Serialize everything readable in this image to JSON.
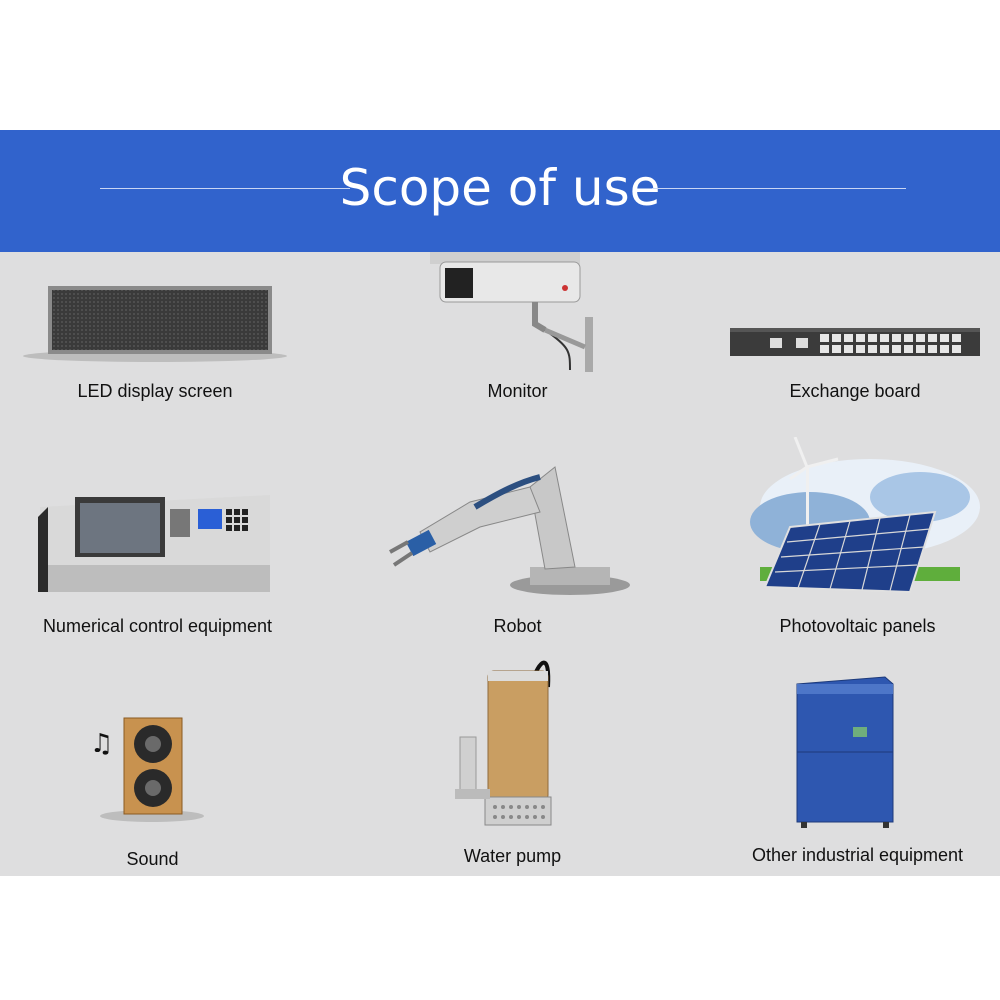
{
  "header": {
    "title": "Scope of use"
  },
  "items": [
    {
      "label": "LED display screen",
      "icon": "led-display-icon"
    },
    {
      "label": "Monitor",
      "icon": "security-camera-icon"
    },
    {
      "label": "Exchange board",
      "icon": "network-switch-icon"
    },
    {
      "label": "Numerical control equipment",
      "icon": "cnc-machine-icon"
    },
    {
      "label": "Robot",
      "icon": "robot-arm-icon"
    },
    {
      "label": "Photovoltaic panels",
      "icon": "solar-panel-icon"
    },
    {
      "label": "Sound",
      "icon": "speaker-icon"
    },
    {
      "label": "Water pump",
      "icon": "water-pump-icon"
    },
    {
      "label": "Other industrial equipment",
      "icon": "industrial-cabinet-icon"
    }
  ],
  "colors": {
    "banner": "#3163cc",
    "panel": "#dededf",
    "text": "#111111"
  }
}
